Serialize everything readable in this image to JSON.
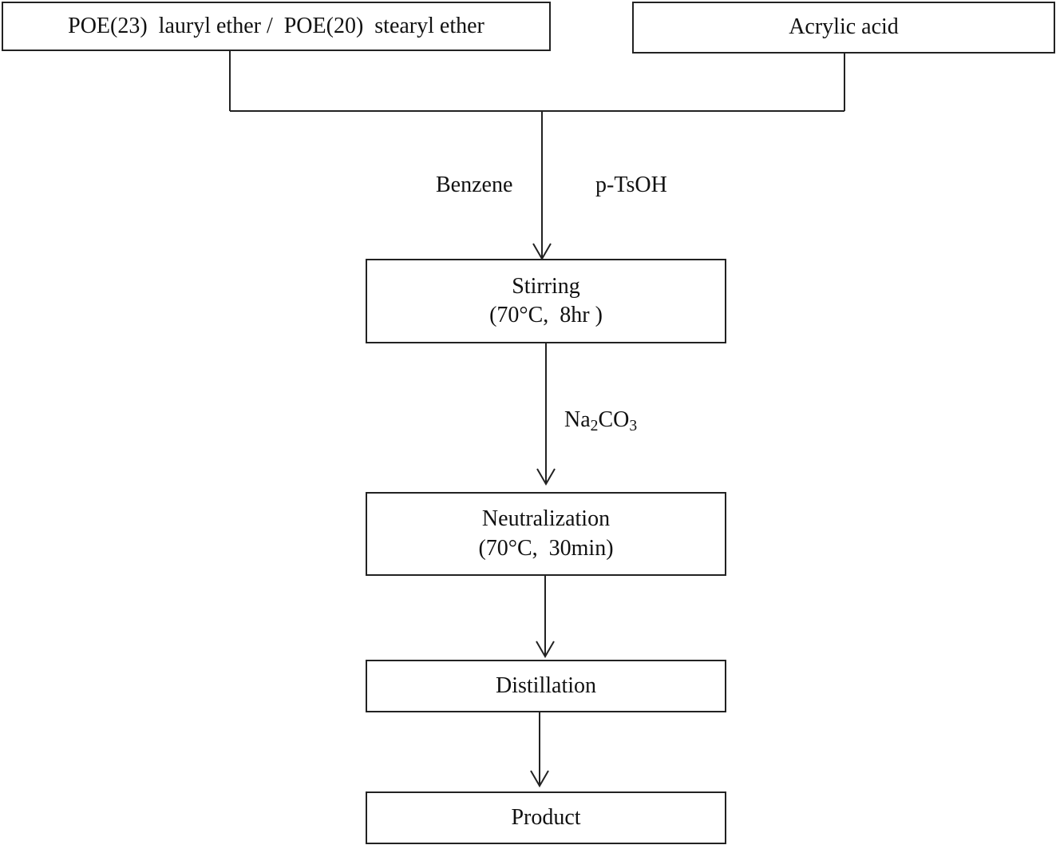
{
  "inputs": {
    "surfactant": "POE(23)  lauryl ether /  POE(20)  stearyl ether",
    "acid": "Acrylic acid"
  },
  "reagents": {
    "solvent": "Benzene",
    "catalyst": "p-TsOH",
    "base": {
      "prefix": "Na",
      "sub1": "2",
      "mid": "CO",
      "sub2": "3"
    }
  },
  "steps": {
    "stirring": {
      "title": "Stirring",
      "condition": "(70°C,  8hr )"
    },
    "neutralization": {
      "title": "Neutralization",
      "condition": "(70°C,  30min)"
    },
    "distillation": {
      "title": "Distillation"
    },
    "product": {
      "title": "Product"
    }
  }
}
